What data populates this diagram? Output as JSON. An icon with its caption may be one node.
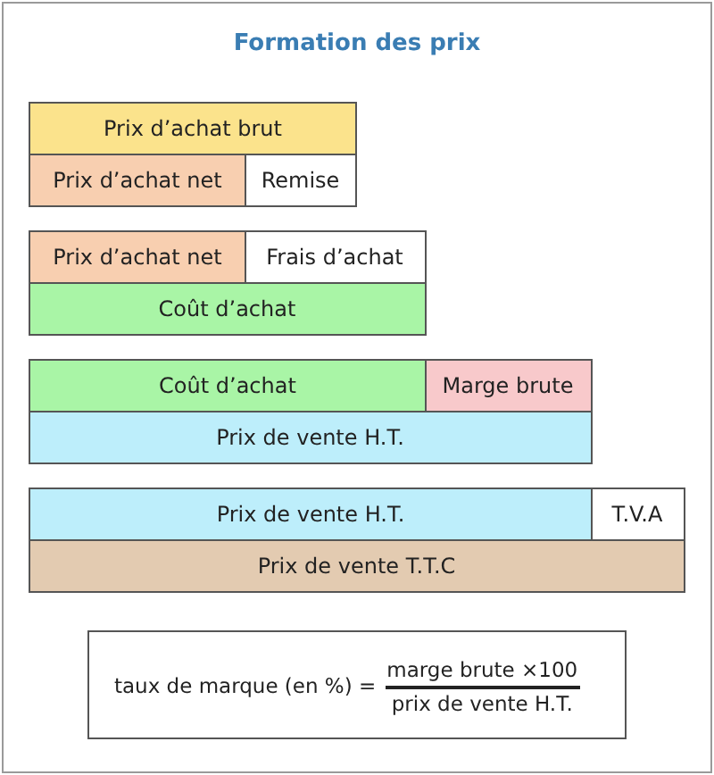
{
  "diagram": {
    "title": "Formation des prix",
    "nodes": [
      {
        "text": [
          "Prix d’achat brut"
        ]
      },
      {
        "text": [
          "Prix d’achat net"
        ]
      },
      {
        "text": [
          "Remise"
        ]
      },
      {
        "text": [
          "Prix d’achat net"
        ]
      },
      {
        "text": [
          "Frais d’achat"
        ]
      },
      {
        "text": [
          "Coût d’achat"
        ]
      },
      {
        "text": [
          "Coût d’achat"
        ]
      },
      {
        "text": [
          "Marge brute"
        ]
      },
      {
        "text": [
          "Prix de vente H.T."
        ]
      },
      {
        "text": [
          "Prix de vente H.T."
        ]
      },
      {
        "text": [
          "T.V.A"
        ]
      },
      {
        "text": [
          "Prix de vente T.T.C"
        ]
      },
      {
        "text": [
          "taux de marque (en %) =",
          "marge brute ×100",
          "prix de vente H.T."
        ]
      }
    ]
  }
}
